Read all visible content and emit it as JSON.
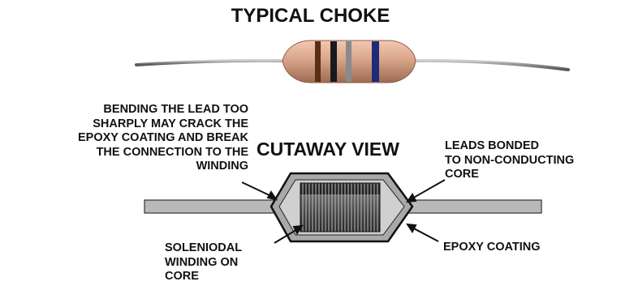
{
  "title": "TYPICAL CHOKE",
  "cutaway_title": "CUTAWAY VIEW",
  "labels": {
    "bending": "BENDING THE LEAD TOO\nSHARPLY MAY CRACK THE\nEPOXY COATING AND BREAK\nTHE CONNECTION TO THE\nWINDING",
    "leads_bonded": "LEADS BONDED\nTO NON-CONDUCTING\nCORE",
    "winding": "SOLENIODAL\nWINDING ON\nCORE",
    "epoxy": "EPOXY COATING"
  },
  "colors": {
    "body": "#d9a58a",
    "band_brown": "#5a2e14",
    "band_black": "#1a1a1a",
    "band_gray": "#8a8a8a",
    "band_blue": "#1f2a7a",
    "lead": "#9a9a9a",
    "coating": "#a8a8a8",
    "winding": "#3a3a3a"
  }
}
